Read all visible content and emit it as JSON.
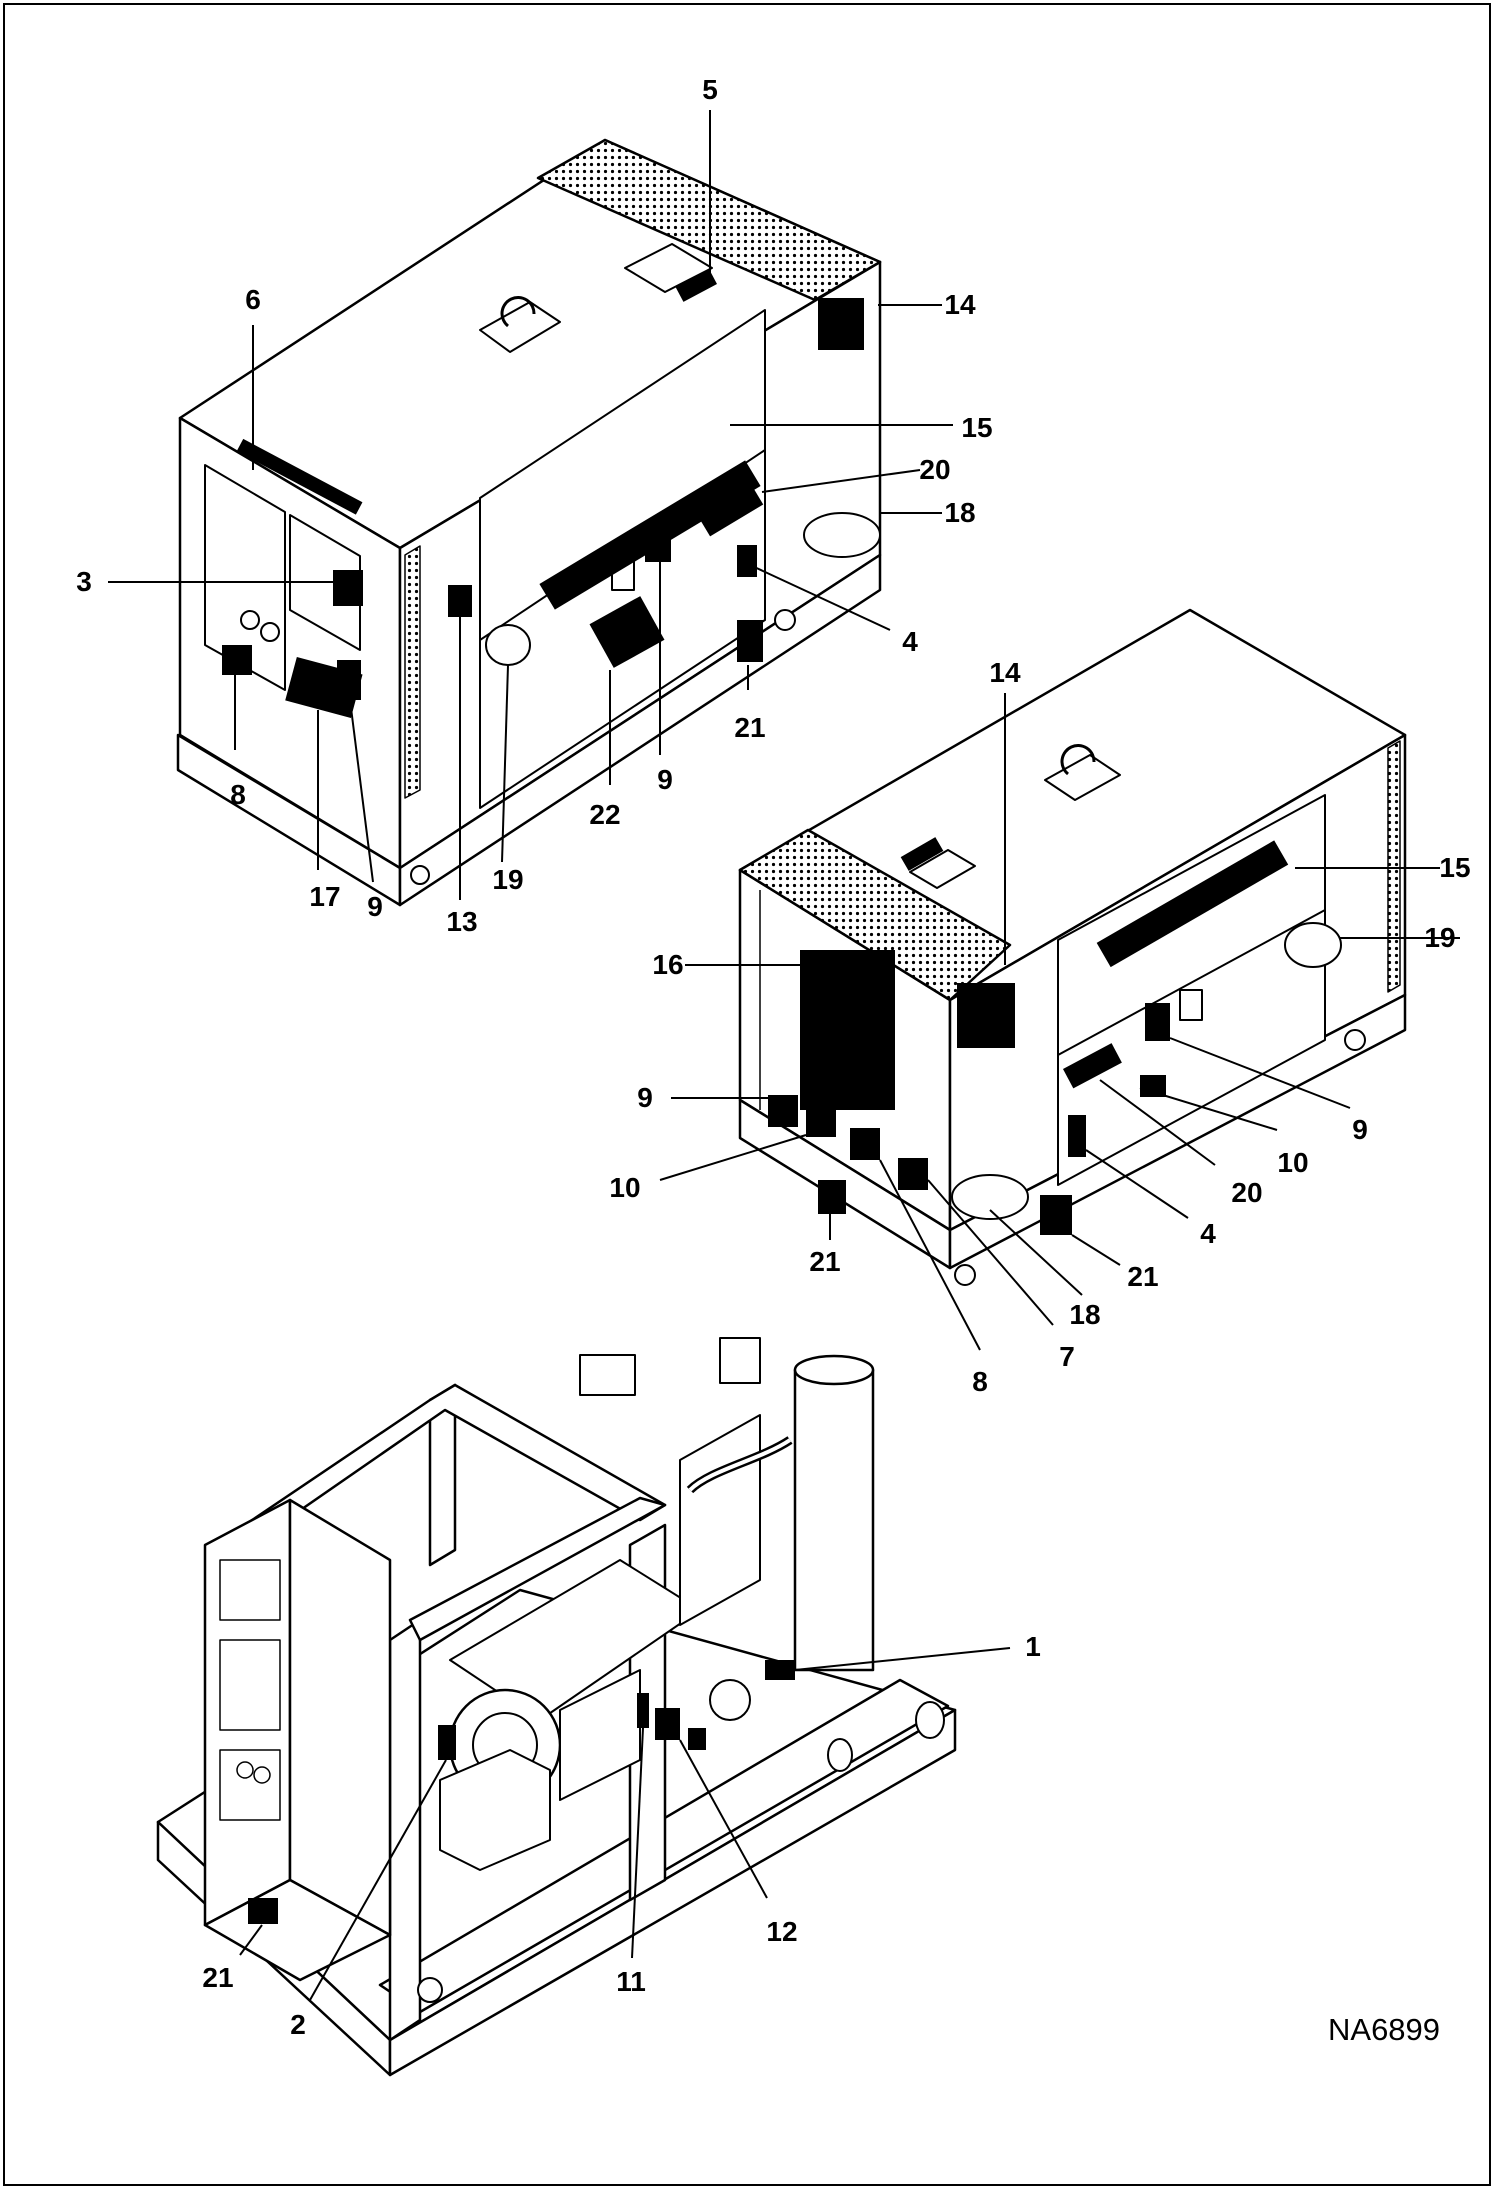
{
  "diagram": {
    "drawing_id": "NA6899",
    "callouts": {
      "c5": "5",
      "c6": "6",
      "c14a": "14",
      "c15a": "15",
      "c20a": "20",
      "c18a": "18",
      "c3": "3",
      "c4a": "4",
      "c21a": "21",
      "c9a": "9",
      "c22": "22",
      "c8a": "8",
      "c17": "17",
      "c9b": "9",
      "c13": "13",
      "c19a": "19",
      "c14b": "14",
      "c15b": "15",
      "c16": "16",
      "c19b": "19",
      "c9c": "9",
      "c9d": "9",
      "c10a": "10",
      "c10b": "10",
      "c20b": "20",
      "c4b": "4",
      "c21b": "21",
      "c21c": "21",
      "c18b": "18",
      "c7": "7",
      "c8b": "8",
      "c1": "1",
      "c12": "12",
      "c11": "11",
      "c2": "2",
      "c21d": "21"
    }
  }
}
